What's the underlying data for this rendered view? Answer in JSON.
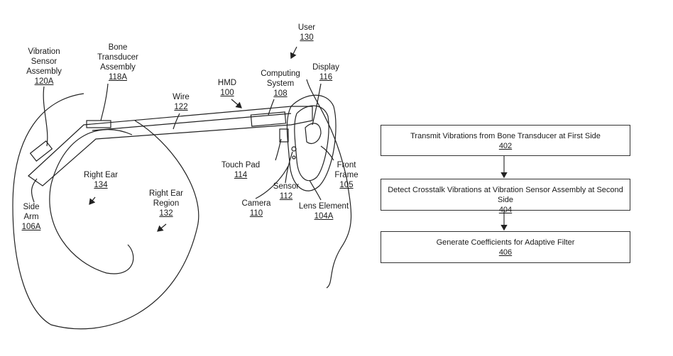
{
  "labels": {
    "vibration_sensor": {
      "text": [
        "Vibration",
        "Sensor",
        "Assembly"
      ],
      "ref": "120A"
    },
    "bone_transducer": {
      "text": [
        "Bone",
        "Transducer",
        "Assembly"
      ],
      "ref": "118A"
    },
    "wire": {
      "text": [
        "Wire"
      ],
      "ref": "122"
    },
    "hmd": {
      "text": [
        "HMD"
      ],
      "ref": "100"
    },
    "computing_system": {
      "text": [
        "Computing",
        "System"
      ],
      "ref": "108"
    },
    "user": {
      "text": [
        "User"
      ],
      "ref": "130"
    },
    "display": {
      "text": [
        "Display"
      ],
      "ref": "116"
    },
    "front_frame": {
      "text": [
        "Front",
        "Frame"
      ],
      "ref": "105"
    },
    "touch_pad": {
      "text": [
        "Touch Pad"
      ],
      "ref": "114"
    },
    "sensor": {
      "text": [
        "Sensor"
      ],
      "ref": "112"
    },
    "camera": {
      "text": [
        "Camera"
      ],
      "ref": "110"
    },
    "lens_element": {
      "text": [
        "Lens Element"
      ],
      "ref": "104A"
    },
    "right_ear": {
      "text": [
        "Right Ear"
      ],
      "ref": "134"
    },
    "right_ear_region": {
      "text": [
        "Right Ear",
        "Region"
      ],
      "ref": "132"
    },
    "side_arm": {
      "text": [
        "Side",
        "Arm"
      ],
      "ref": "106A"
    }
  },
  "flowchart": [
    {
      "text": "Transmit Vibrations from Bone Transducer at First Side",
      "ref": "402"
    },
    {
      "text": "Detect Crosstalk Vibrations at Vibration Sensor Assembly at Second Side",
      "ref": "404"
    },
    {
      "text": "Generate Coefficients for Adaptive Filter",
      "ref": "406"
    }
  ]
}
